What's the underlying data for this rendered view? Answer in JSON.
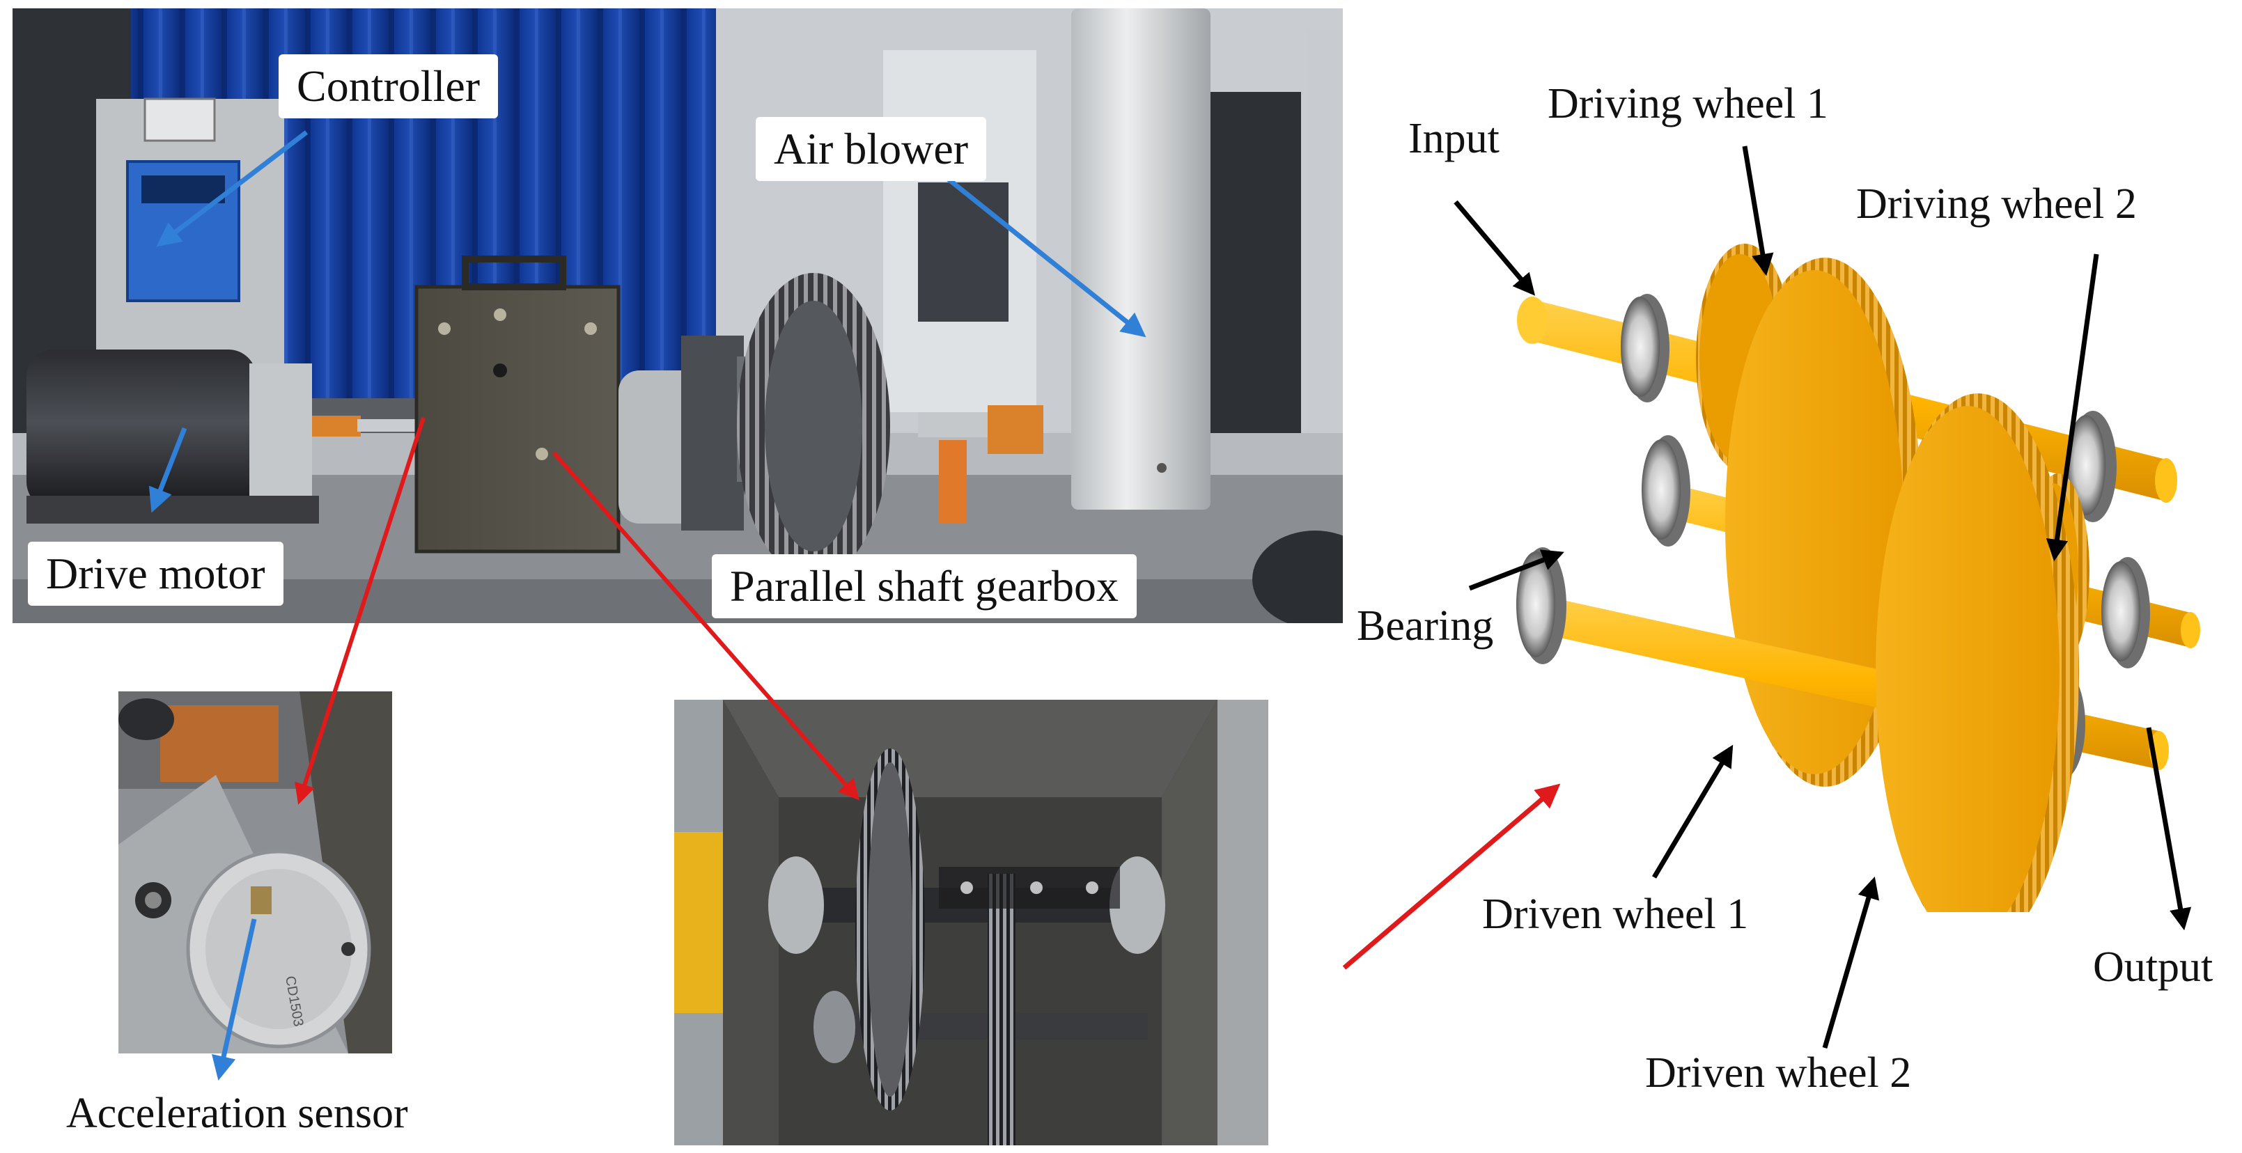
{
  "test_rig": {
    "labels": {
      "controller": "Controller",
      "air_blower": "Air blower",
      "drive_motor": "Drive motor",
      "gearbox": "Parallel shaft gearbox"
    }
  },
  "sensor_detail": {
    "label": "Acceleration sensor",
    "marking": "CD1503"
  },
  "model": {
    "labels": {
      "input": "Input",
      "driving_wheel_1": "Driving wheel 1",
      "driving_wheel_2": "Driving wheel 2",
      "bearing": "Bearing",
      "driven_wheel_1": "Driven wheel 1",
      "driven_wheel_2": "Driven wheel 2",
      "output": "Output"
    }
  },
  "colors": {
    "callout_blue": "#2f80d6",
    "callout_red": "#e0191b",
    "callout_black": "#000000",
    "gear_orange": "#f2a300",
    "shaft_yellow": "#ffb400",
    "bearing_grey": "#c8c8c8"
  }
}
